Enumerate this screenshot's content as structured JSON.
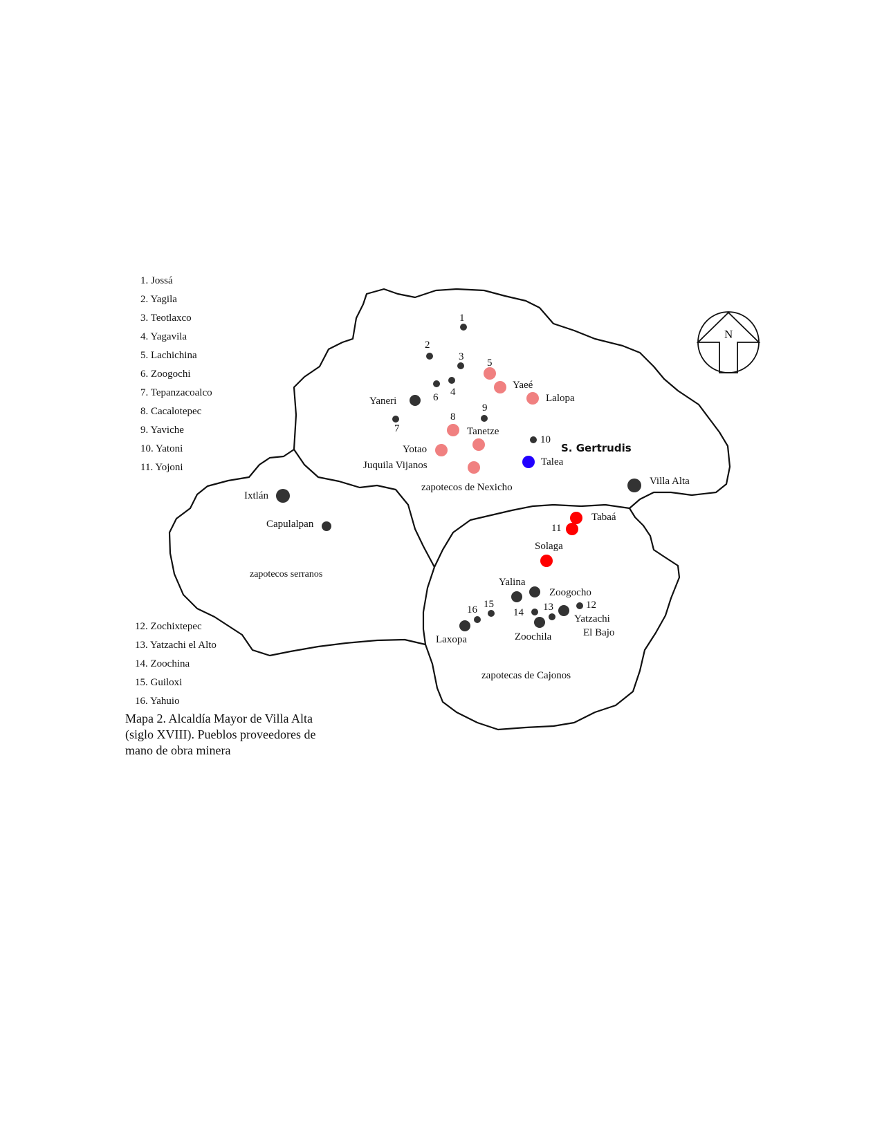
{
  "legend_top": [
    "1. Jossá",
    "2. Yagila",
    "3. Teotlaxco",
    "4. Yagavila",
    "5. Lachichina",
    "6. Zoogochi",
    "7. Tepanzacoalco",
    "8. Cacalotepec",
    "9. Yaviche",
    "10. Yatoni",
    "11. Yojoni"
  ],
  "legend_bottom": [
    "12. Zochixtepec",
    "13. Yatzachi el Alto",
    "14. Zoochina",
    "15. Guiloxi",
    "16.  Yahuio"
  ],
  "caption": "Mapa 2. Alcaldía Mayor de Villa Alta (siglo XVIII). Pueblos proveedores de mano de obra minera",
  "compass": "N",
  "regions": {
    "nexicho": "zapotecos de Nexicho",
    "serranos": "zapotecos serranos",
    "cajonos": "zapotecas de Cajonos"
  },
  "places": {
    "yaneri": "Yaneri",
    "yaee": "Yaeé",
    "lalopa": "Lalopa",
    "tanetze": "Tanetze",
    "yotao": "Yotao",
    "juquila": "Juquila Vijanos",
    "talea": "Talea",
    "sgertrudis": "S. Gertrudis",
    "villa_alta": "Villa Alta",
    "ixtlan": "Ixtlán",
    "capulalpan": "Capulalpan",
    "tabaa": "Tabaá",
    "solaga": "Solaga",
    "yalina": "Yalina",
    "zoogocho": "Zoogocho",
    "yatzachi": "Yatzachi",
    "el_bajo": "El Bajo",
    "zoochila": "Zoochila",
    "laxopa": "Laxopa"
  },
  "numbers": [
    "1",
    "2",
    "3",
    "4",
    "5",
    "6",
    "7",
    "8",
    "9",
    "10",
    "11",
    "12",
    "13",
    "14",
    "15",
    "16"
  ],
  "colors": {
    "dark": "#333333",
    "salmon": "#f08080",
    "red": "#ff0000",
    "blue": "#2200ff"
  }
}
